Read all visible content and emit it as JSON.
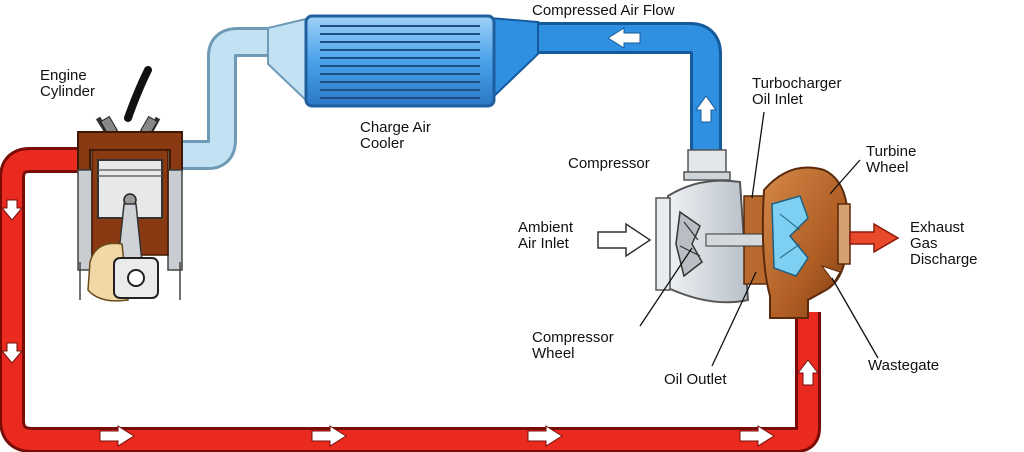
{
  "labels": {
    "engine_cylinder": [
      "Engine",
      "Cylinder"
    ],
    "compressed_air_flow": "Compressed Air Flow",
    "charge_air_cooler": [
      "Charge Air",
      "Cooler"
    ],
    "turbocharger_oil_inlet": [
      "Turbocharger",
      "Oil Inlet"
    ],
    "compressor": "Compressor",
    "turbine_wheel": [
      "Turbine",
      "Wheel"
    ],
    "ambient_air_inlet": [
      "Ambient",
      "Air Inlet"
    ],
    "exhaust_gas_discharge": [
      "Exhaust",
      "Gas",
      "Discharge"
    ],
    "compressor_wheel": [
      "Compressor",
      "Wheel"
    ],
    "oil_outlet": "Oil Outlet",
    "wastegate": "Wastegate"
  },
  "colors": {
    "intake_pipe": "#b9dcef",
    "compressed_pipe": "#2f8fe0",
    "exhaust_pipe": "#e8221b",
    "turbine_housing": "#b9662b",
    "compressor_housing": "#d8dde3",
    "engine_block": "#8a3a12"
  }
}
